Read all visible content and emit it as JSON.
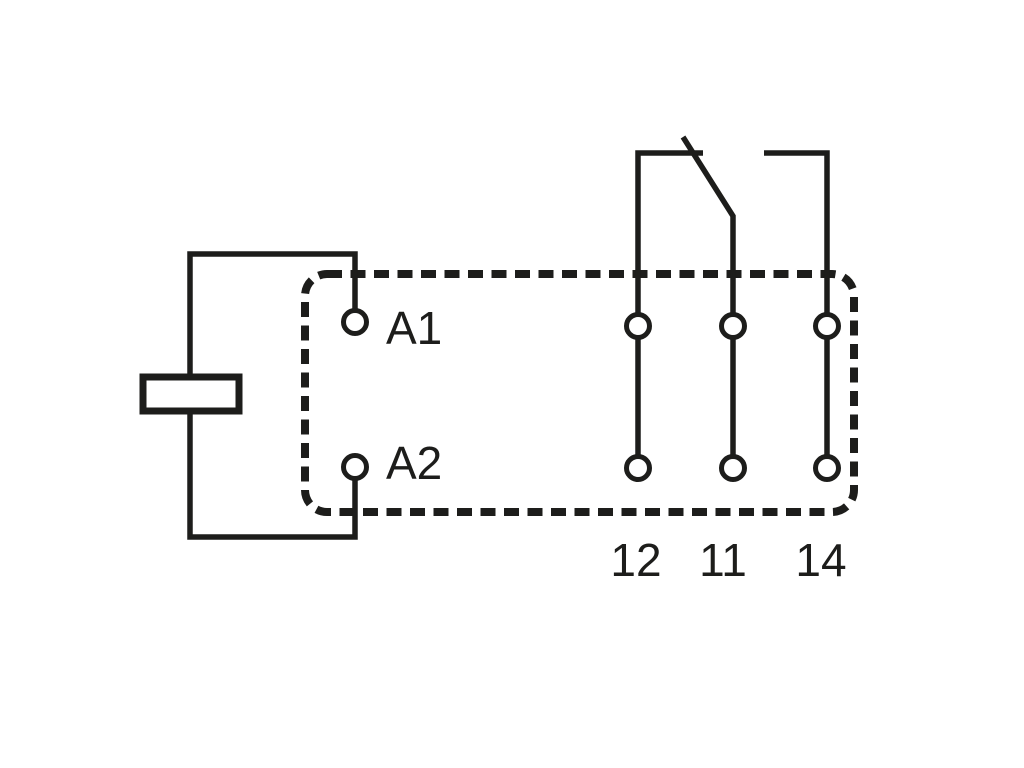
{
  "diagram": {
    "labels": {
      "coil_terminal_top": "A1",
      "coil_terminal_bottom": "A2",
      "contact_left": "12",
      "contact_middle": "11",
      "contact_right": "14"
    },
    "colors": {
      "line": "#1d1d1b",
      "background": "#ffffff"
    }
  }
}
